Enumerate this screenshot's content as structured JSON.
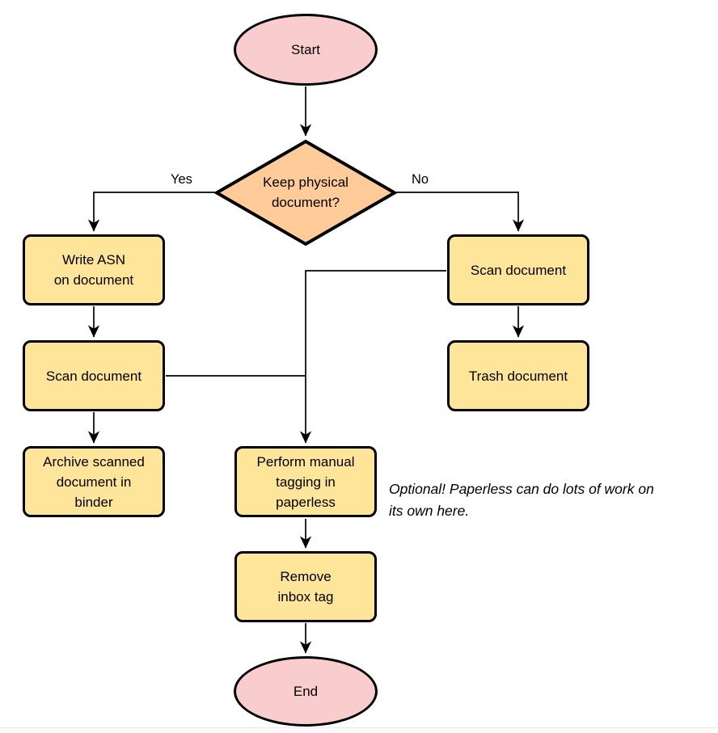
{
  "colors": {
    "terminator_fill": "#f9cdcd",
    "process_fill": "#ffe599",
    "decision_fill": "#ffcc99",
    "stroke": "#000000",
    "footer_line": "#e9ecf0"
  },
  "nodes": {
    "start": {
      "label": "Start"
    },
    "decision": {
      "line1": "Keep physical",
      "line2": "document?"
    },
    "write_asn": {
      "line1": "Write ASN",
      "line2": "on document"
    },
    "scan_left": {
      "label": "Scan document"
    },
    "archive": {
      "line1": "Archive scanned",
      "line2": "document in",
      "line3": "binder"
    },
    "scan_right": {
      "label": "Scan document"
    },
    "trash": {
      "label": "Trash document"
    },
    "tagging": {
      "line1": "Perform manual",
      "line2": "tagging in",
      "line3": "paperless"
    },
    "remove_inbox": {
      "line1": "Remove",
      "line2": "inbox tag"
    },
    "end": {
      "label": "End"
    }
  },
  "edge_labels": {
    "yes": "Yes",
    "no": "No"
  },
  "note": {
    "line1": "Optional! Paperless can do lots of work on",
    "line2": "its own here."
  }
}
